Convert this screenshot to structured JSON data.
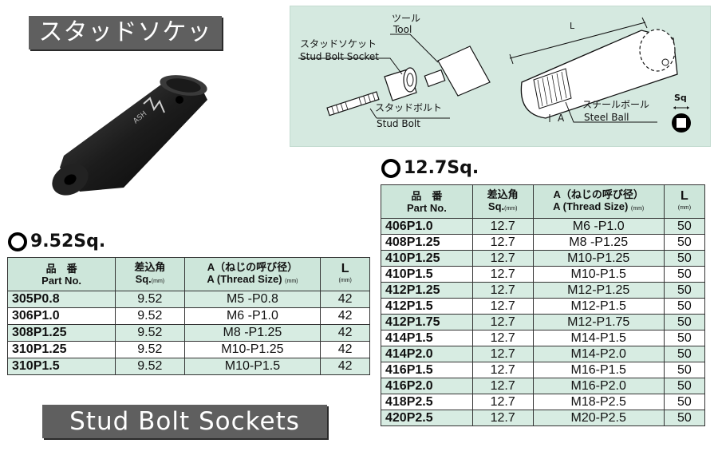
{
  "titles": {
    "jp": "スタッドソケット",
    "en": "Stud Bolt Sockets"
  },
  "photo": {
    "logo": "ASH"
  },
  "diagram": {
    "tool_jp": "ツール",
    "tool_en": "Tool",
    "socket_jp": "スタッドソケット",
    "socket_en": "Stud Bolt Socket",
    "bolt_jp": "スタッドボルト",
    "bolt_en": "Stud Bolt",
    "ball_jp": "スチールボール",
    "ball_en": "Steel Ball",
    "L": "L",
    "A": "A",
    "Sq": "Sq"
  },
  "header": {
    "part_jp": "品　番",
    "part_en": "Part No.",
    "sq_jp": "差込角",
    "sq_en": "Sq.",
    "sq_unit": "(mm)",
    "thread_jp": "A（ねじの呼び径）",
    "thread_en": "A (Thread Size)",
    "thread_unit": "(mm)",
    "l": "L",
    "l_unit": "(mm)"
  },
  "tables": [
    {
      "size": "9.52Sq.",
      "rows": [
        [
          "305P0.8",
          "9.52",
          "M5  -P0.8",
          "42"
        ],
        [
          "306P1.0",
          "9.52",
          "M6  -P1.0",
          "42"
        ],
        [
          "308P1.25",
          "9.52",
          "M8  -P1.25",
          "42"
        ],
        [
          "310P1.25",
          "9.52",
          "M10-P1.25",
          "42"
        ],
        [
          "310P1.5",
          "9.52",
          "M10-P1.5",
          "42"
        ]
      ]
    },
    {
      "size": "12.7Sq.",
      "rows": [
        [
          "406P1.0",
          "12.7",
          "M6  -P1.0",
          "50"
        ],
        [
          "408P1.25",
          "12.7",
          "M8  -P1.25",
          "50"
        ],
        [
          "410P1.25",
          "12.7",
          "M10-P1.25",
          "50"
        ],
        [
          "410P1.5",
          "12.7",
          "M10-P1.5",
          "50"
        ],
        [
          "412P1.25",
          "12.7",
          "M12-P1.25",
          "50"
        ],
        [
          "412P1.5",
          "12.7",
          "M12-P1.5",
          "50"
        ],
        [
          "412P1.75",
          "12.7",
          "M12-P1.75",
          "50"
        ],
        [
          "414P1.5",
          "12.7",
          "M14-P1.5",
          "50"
        ],
        [
          "414P2.0",
          "12.7",
          "M14-P2.0",
          "50"
        ],
        [
          "416P1.5",
          "12.7",
          "M16-P1.5",
          "50"
        ],
        [
          "416P2.0",
          "12.7",
          "M16-P2.0",
          "50"
        ],
        [
          "418P2.5",
          "12.7",
          "M18-P2.5",
          "50"
        ],
        [
          "420P2.5",
          "12.7",
          "M20-P2.5",
          "50"
        ]
      ]
    }
  ],
  "colors": {
    "header_bg": "#cde6da",
    "row_tint": "#d7ece2",
    "title_bg": "#5f5f5f",
    "diagram_bg": "#d5e9e0"
  }
}
